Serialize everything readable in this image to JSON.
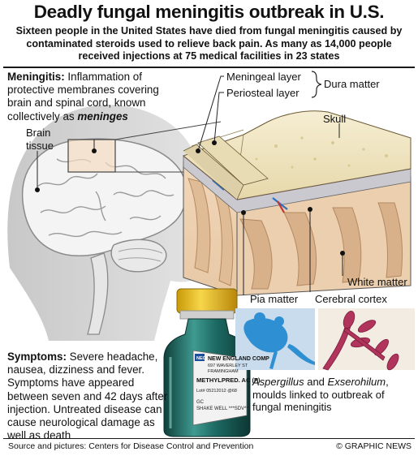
{
  "header": {
    "title": "Deadly fungal meningitis outbreak in U.S.",
    "subtitle": "Sixteen people in the United States have died from fungal meningitis caused by contaminated steroids used to relieve back pain. As many as 14,000 people received injections at 75 medical facilities in 23 states"
  },
  "meningitis": {
    "label": "Meningitis:",
    "definition": "Inflammation of protective membranes covering brain and spinal cord, known collectively as",
    "term": "meninges"
  },
  "brain": {
    "tissue_label": "Brain tissue"
  },
  "layers": {
    "meningeal": "Meningeal layer",
    "periosteal": "Periosteal layer",
    "dura": "Dura matter",
    "skull": "Skull",
    "white_matter": "White matter",
    "pia": "Pia matter",
    "cortex": "Cerebral cortex"
  },
  "vial": {
    "brand": "NEW ENGLAND COMP",
    "address1": "697 WAVERLEY ST",
    "address2": "FRAMINGHAM",
    "drug": "METHYLPRED. AC (P)",
    "lot": "Lot# 05212012 @68",
    "gc": "GC",
    "shake": "SHAKE WELL ***SDV***",
    "logo": "NECC"
  },
  "symptoms": {
    "label": "Symptoms:",
    "text": "Severe headache, nausea, dizziness and fever. Symptoms have appeared between seven and 42 days after injection. Untreated disease can cause neurological damage as well as death"
  },
  "fungi": {
    "name1": "Aspergillus",
    "conj": "and",
    "name2": "Exserohilum",
    "caption_rest": ", moulds linked to outbreak of fungal meningitis"
  },
  "footer": {
    "source": "Source and pictures: Centers for Disease Control and Prevention",
    "credit": "© GRAPHIC NEWS"
  },
  "colors": {
    "vial_cap": "#f1c40f",
    "vial_glass": "#1f6e68",
    "brain": "#f2f2f2",
    "tissue": "#efd2b0",
    "skull": "#f1e6c4",
    "aspergillus": "#2e8fd3",
    "exserohilum": "#b0345c"
  }
}
